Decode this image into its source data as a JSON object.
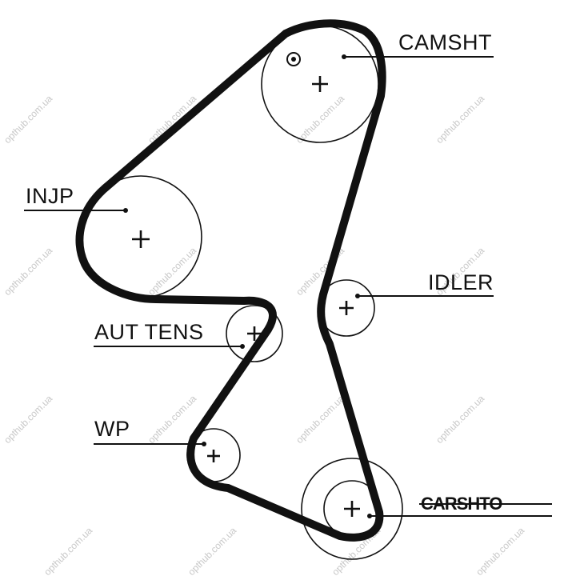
{
  "labels": {
    "camshaft": "CAMSHT",
    "injection_pump": "INJP",
    "idler": "IDLER",
    "auto_tensioner": "AUT TENS",
    "water_pump": "WP",
    "crankshaft": "CARSHTO"
  },
  "watermark": "opthub.com.ua",
  "colors": {
    "line": "#111111",
    "watermark": "#c8c8c8",
    "background": "#ffffff"
  }
}
